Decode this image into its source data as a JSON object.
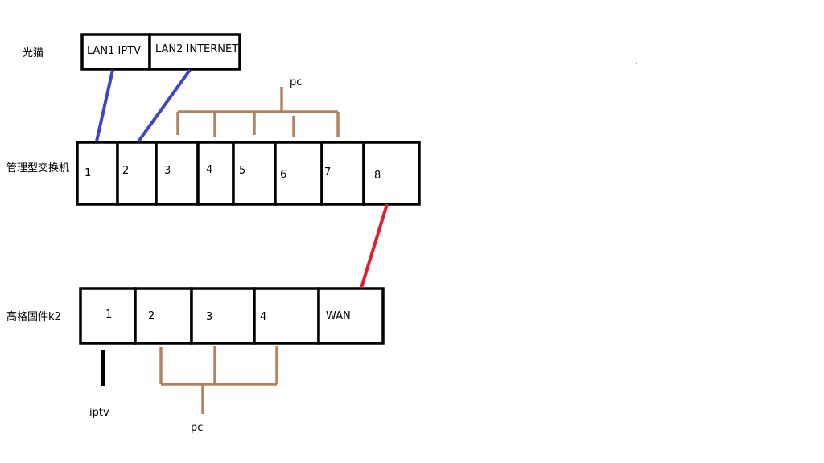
{
  "colors": {
    "outline": "#000000",
    "uplink_blue": "#3b46cc",
    "wan_red": "#e02030",
    "pc_brown": "#b5825f"
  },
  "modem": {
    "label": "光猫",
    "ports": [
      "LAN1 IPTV",
      "LAN2 INTERNET"
    ]
  },
  "switch": {
    "label": "管理型交换机",
    "ports": [
      "1",
      "2",
      "3",
      "4",
      "5",
      "6",
      "7",
      "8"
    ],
    "pc_label": "pc"
  },
  "router": {
    "label": "高格固件k2",
    "ports": [
      "1",
      "2",
      "3",
      "4",
      "WAN"
    ],
    "iptv_label": "iptv",
    "pc_label": "pc"
  },
  "dot": "."
}
